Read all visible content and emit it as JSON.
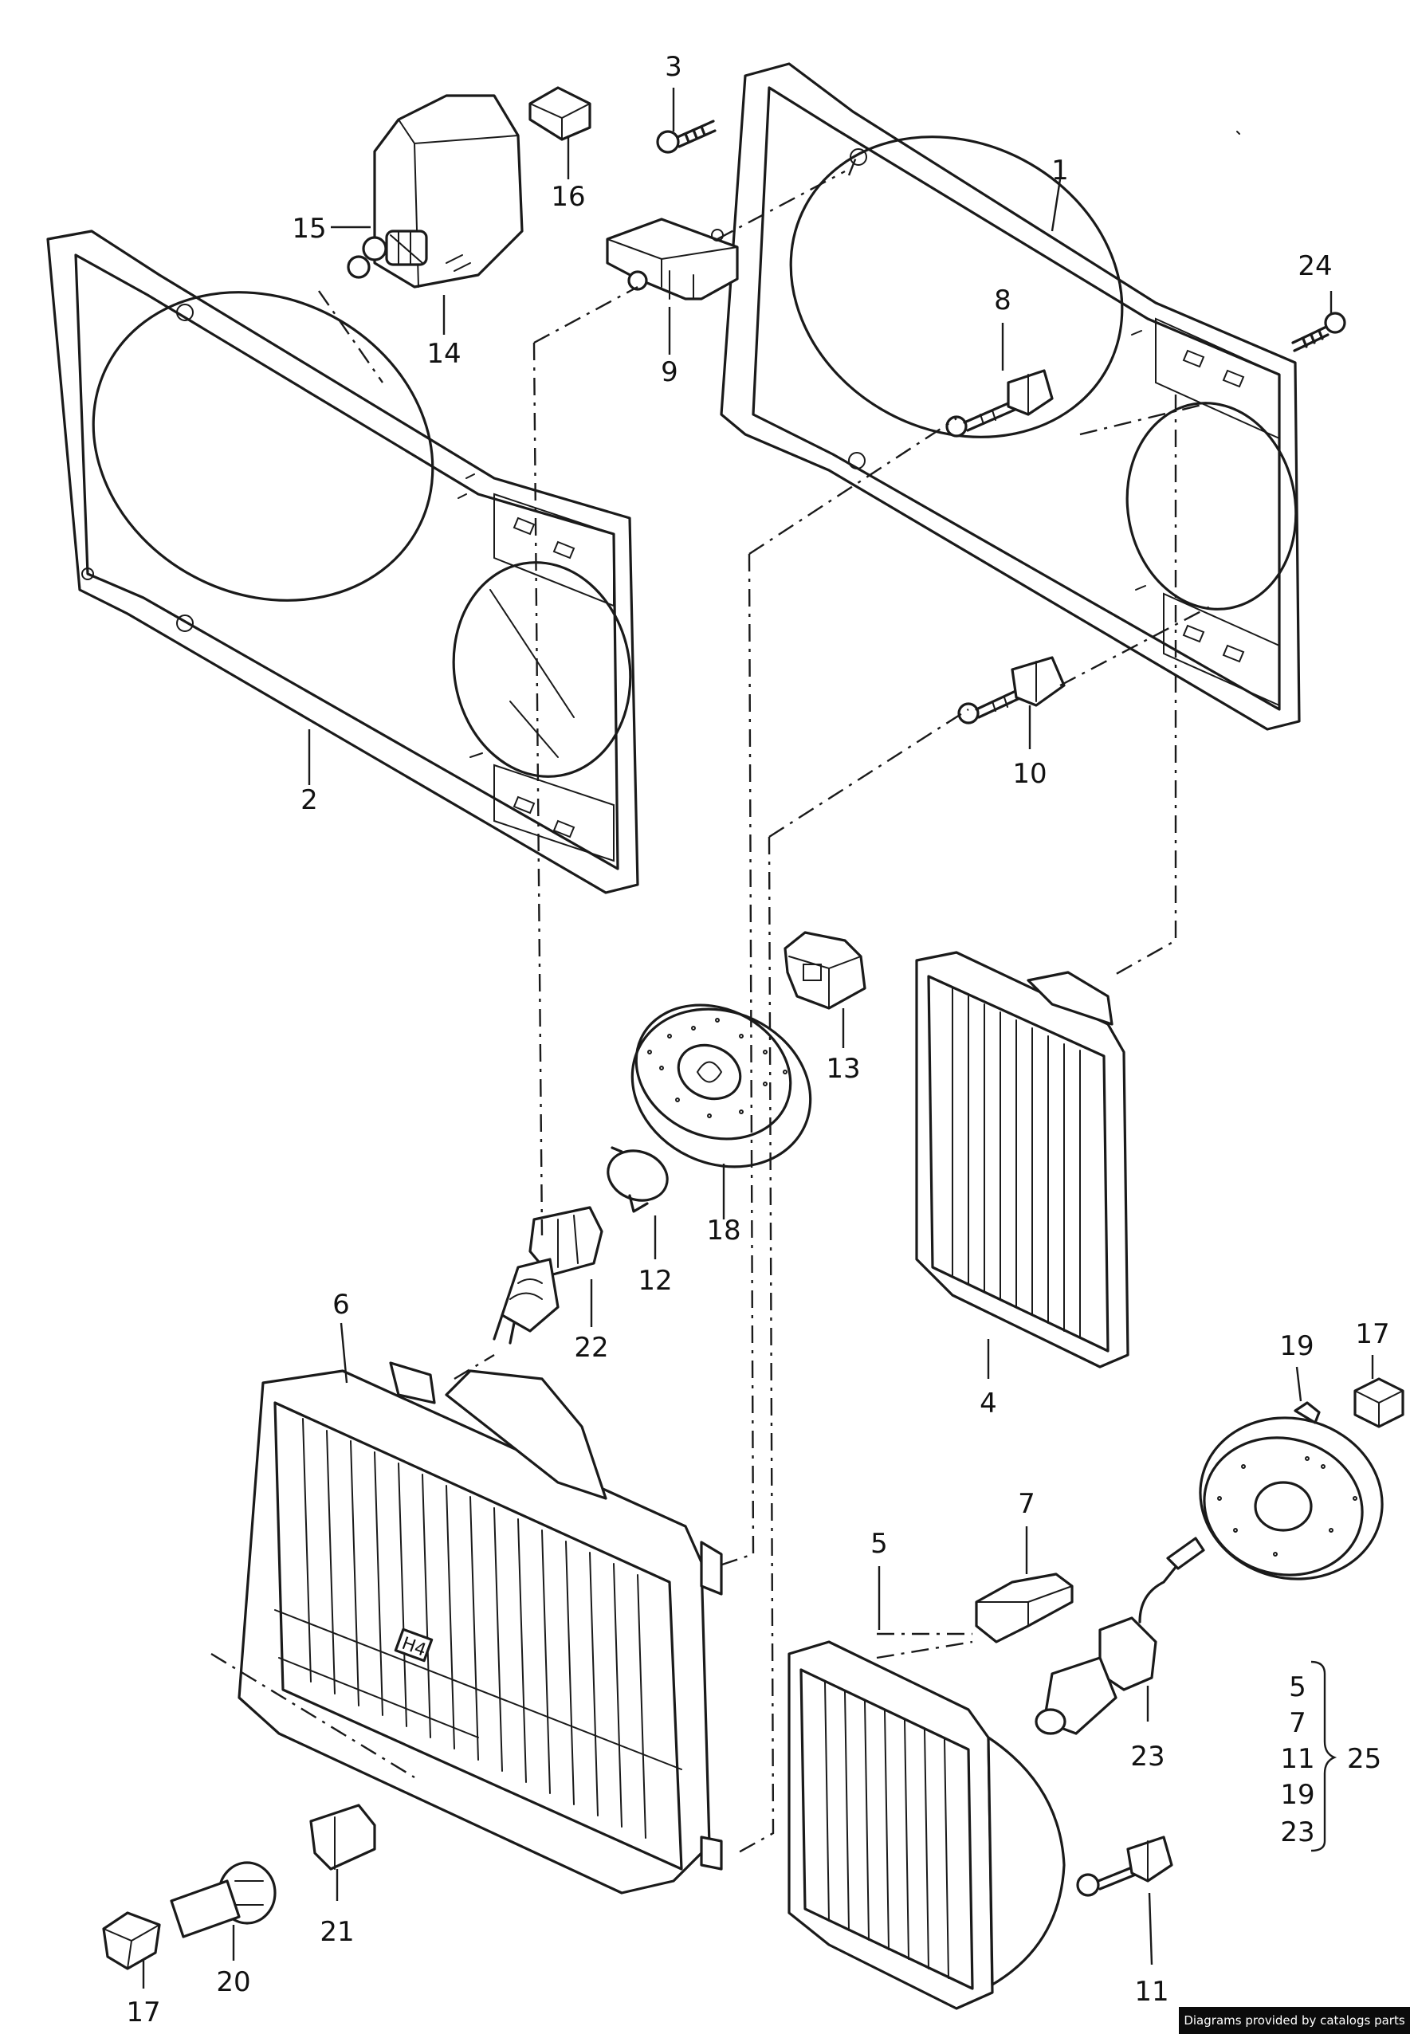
{
  "callouts": {
    "c1": "1",
    "c2": "2",
    "c3": "3",
    "c4": "4",
    "c5": "5",
    "c6": "6",
    "c7": "7",
    "c8": "8",
    "c9": "9",
    "c10": "10",
    "c11": "11",
    "c12": "12",
    "c13": "13",
    "c14": "14",
    "c15": "15",
    "c16": "16",
    "c17a": "17",
    "c17b": "17",
    "c18": "18",
    "c19": "19",
    "c20": "20",
    "c21": "21",
    "c22": "22",
    "c23": "23",
    "c24": "24"
  },
  "kit": {
    "items": [
      "5",
      "7",
      "11",
      "19",
      "23"
    ],
    "result": "25"
  },
  "lens_marking": "H4",
  "footer": "Diagrams provided by catalogs parts"
}
